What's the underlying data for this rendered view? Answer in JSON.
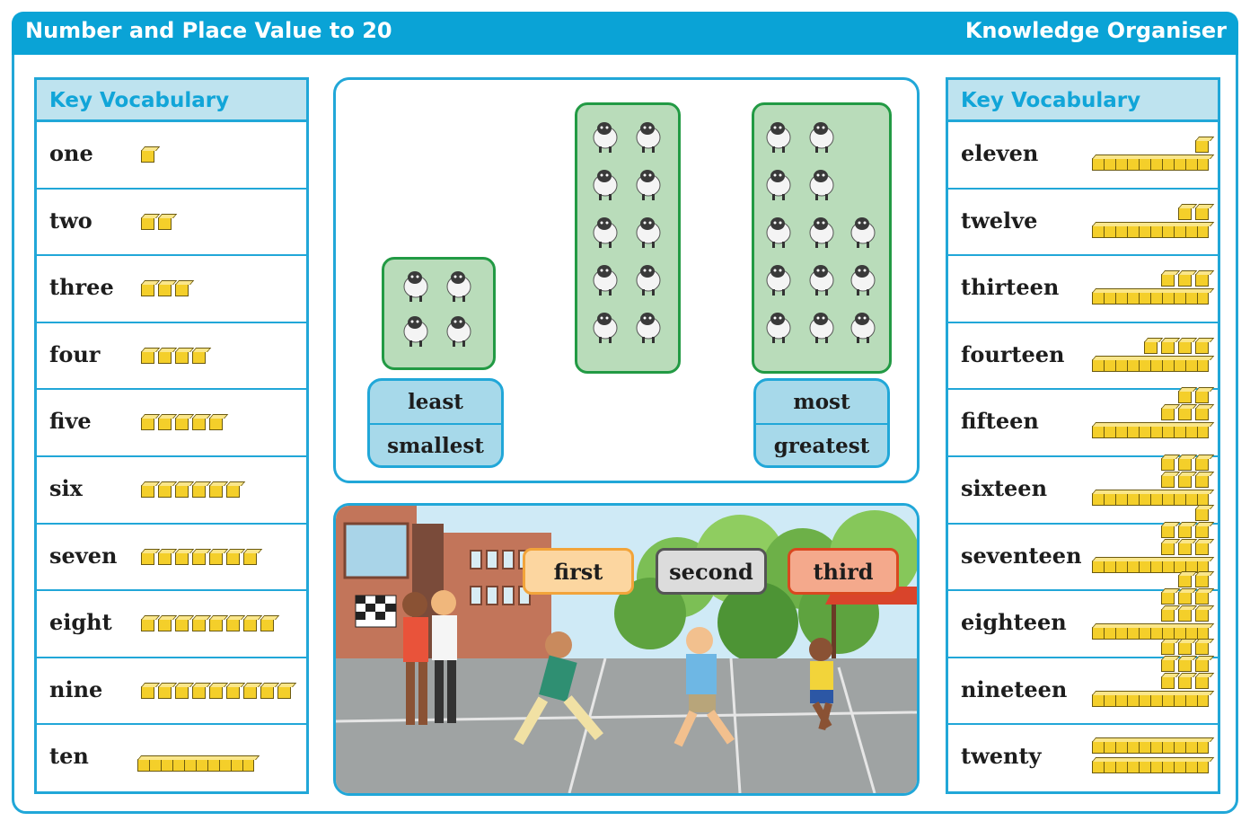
{
  "header": {
    "title": "Number and Place Value to 20",
    "subtitle": "Knowledge Organiser"
  },
  "vocab_left": {
    "heading": "Key Vocabulary",
    "items": [
      {
        "word": "one",
        "count": 1
      },
      {
        "word": "two",
        "count": 2
      },
      {
        "word": "three",
        "count": 3
      },
      {
        "word": "four",
        "count": 4
      },
      {
        "word": "five",
        "count": 5
      },
      {
        "word": "six",
        "count": 6
      },
      {
        "word": "seven",
        "count": 7
      },
      {
        "word": "eight",
        "count": 8
      },
      {
        "word": "nine",
        "count": 9
      },
      {
        "word": "ten",
        "count": 10
      }
    ]
  },
  "vocab_right": {
    "heading": "Key Vocabulary",
    "items": [
      {
        "word": "eleven",
        "count": 11
      },
      {
        "word": "twelve",
        "count": 12
      },
      {
        "word": "thirteen",
        "count": 13
      },
      {
        "word": "fourteen",
        "count": 14
      },
      {
        "word": "fifteen",
        "count": 15
      },
      {
        "word": "sixteen",
        "count": 16
      },
      {
        "word": "seventeen",
        "count": 17
      },
      {
        "word": "eighteen",
        "count": 18
      },
      {
        "word": "nineteen",
        "count": 19
      },
      {
        "word": "twenty",
        "count": 20
      }
    ]
  },
  "comparison": {
    "groups": [
      {
        "sheep": 4
      },
      {
        "sheep": 10
      },
      {
        "sheep": 13
      }
    ],
    "least_labels": [
      "least",
      "smallest"
    ],
    "most_labels": [
      "most",
      "greatest"
    ]
  },
  "race": {
    "positions": [
      {
        "label": "first",
        "fill": "#fcd6a0",
        "border": "#f2a43a"
      },
      {
        "label": "second",
        "fill": "#dcdcdc",
        "border": "#555555"
      },
      {
        "label": "third",
        "fill": "#f4a98c",
        "border": "#d9481f"
      }
    ]
  },
  "colors": {
    "accent": "#21a7d8",
    "header": "#0aa3d6",
    "pen_fill": "#b9dcba",
    "pen_border": "#229a44",
    "cube": "#f4cf2a"
  }
}
